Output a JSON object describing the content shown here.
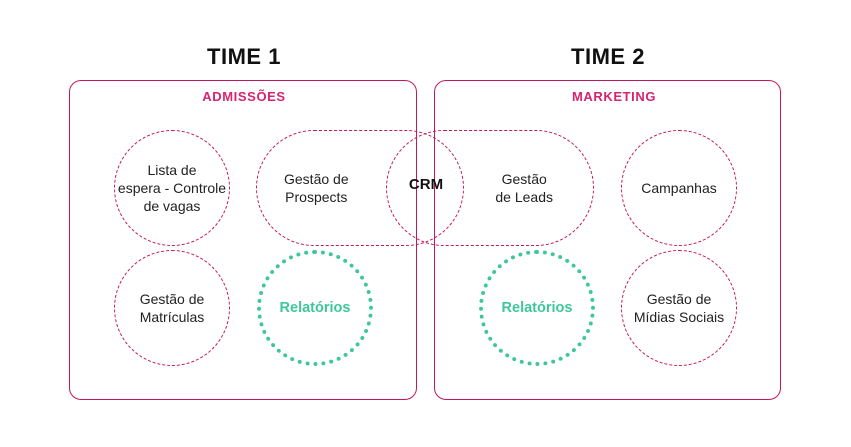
{
  "teams": [
    {
      "title": "TIME 1",
      "area": "ADMISSÕES"
    },
    {
      "title": "TIME 2",
      "area": "MARKETING"
    }
  ],
  "team1": {
    "waitlist": "Lista de\nespera - Controle\nde vagas",
    "prospects": "Gestão de\nProspects",
    "enrollments": "Gestão de\nMatrículas",
    "reports": "Relatórios"
  },
  "team2": {
    "leads": "Gestão\nde Leads",
    "campaigns": "Campanhas",
    "reports": "Relatórios",
    "social": "Gestão de\nMídias Sociais"
  },
  "crm": {
    "label": "CRM"
  },
  "colors": {
    "accent": "#c2185b",
    "accent_text": "#d6246e",
    "report_green": "#3ec79a"
  }
}
